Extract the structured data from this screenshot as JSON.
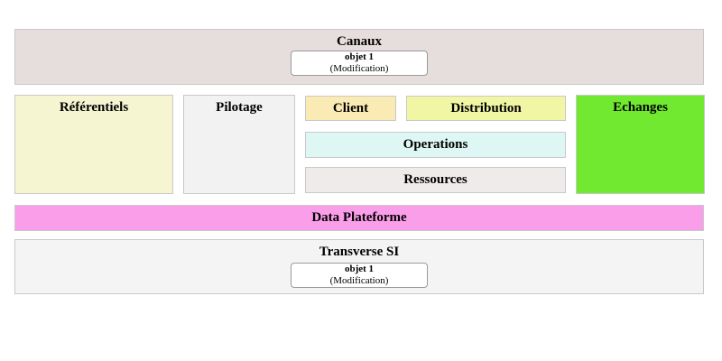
{
  "diagram": {
    "zones": {
      "canaux": {
        "label": "Canaux",
        "objet": {
          "name": "objet 1",
          "detail": "(Modification)"
        }
      },
      "referentiels": {
        "label": "Référentiels"
      },
      "pilotage": {
        "label": "Pilotage"
      },
      "client": {
        "label": "Client"
      },
      "distribution": {
        "label": "Distribution"
      },
      "operations": {
        "label": "Operations"
      },
      "ressources": {
        "label": "Ressources"
      },
      "echanges": {
        "label": "Echanges"
      },
      "data_plateforme": {
        "label": "Data Plateforme"
      },
      "transverse_si": {
        "label": "Transverse SI",
        "objet": {
          "name": "objet 1",
          "detail": "(Modification)"
        }
      }
    },
    "colors": {
      "canaux_bg": "#e5dedd",
      "referentiels_bg": "#f5f5d2",
      "pilotage_bg": "#f2f2f2",
      "client_bg": "#faeab4",
      "distribution_bg": "#f1f6a4",
      "operations_bg": "#def7f5",
      "ressources_bg": "#f0ebeb",
      "echanges_bg": "#70e930",
      "data_plateforme_bg": "#fb9ee9",
      "transverse_si_bg": "#f5f4f4",
      "zone_border": "#c9c9c9",
      "objet_border": "#9a9a9a",
      "text": "#000000"
    }
  }
}
